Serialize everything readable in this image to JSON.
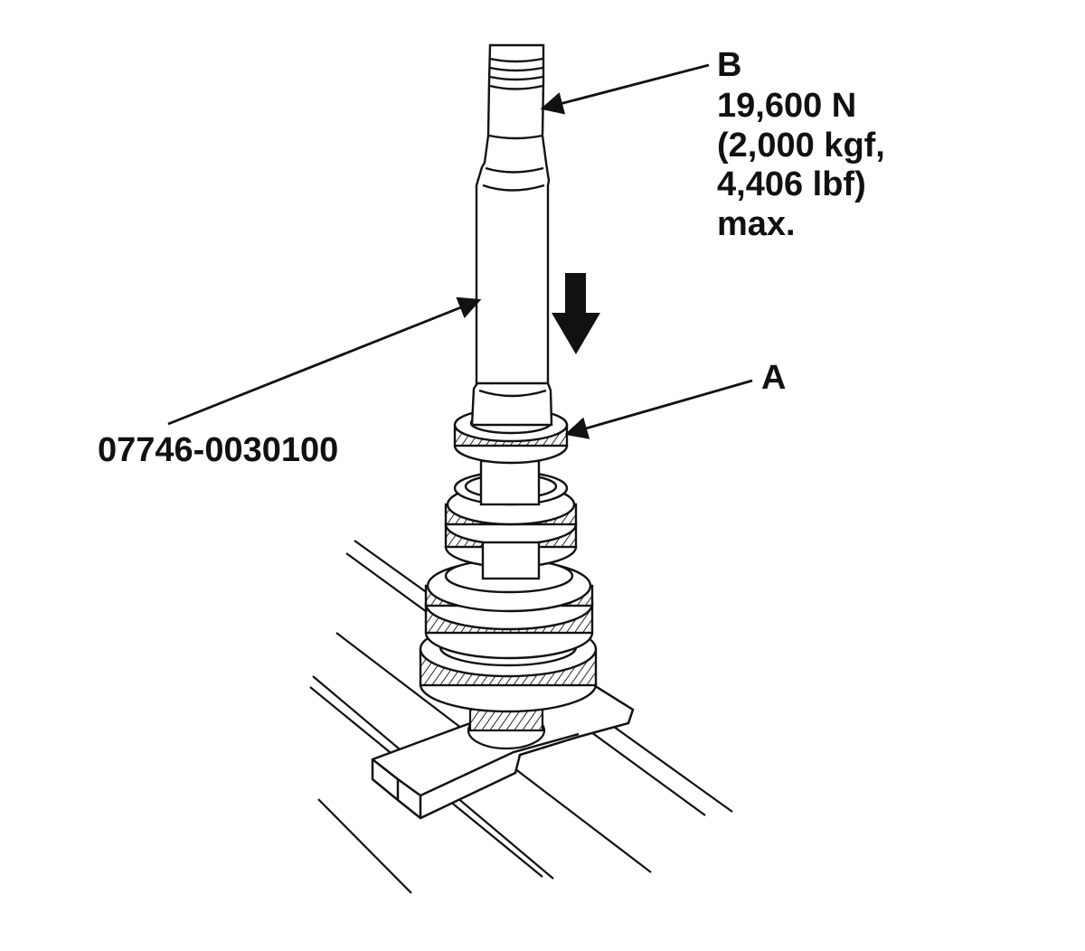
{
  "callouts": {
    "b": "B",
    "a": "A",
    "tool_number": "07746-0030100",
    "force_spec": [
      "19,600 N",
      "(2,000 kgf,",
      "4,406 lbf)",
      "max."
    ]
  },
  "colors": {
    "ink": "#111111",
    "background": "#ffffff"
  },
  "icons": {
    "direction": "down-arrow-icon"
  }
}
